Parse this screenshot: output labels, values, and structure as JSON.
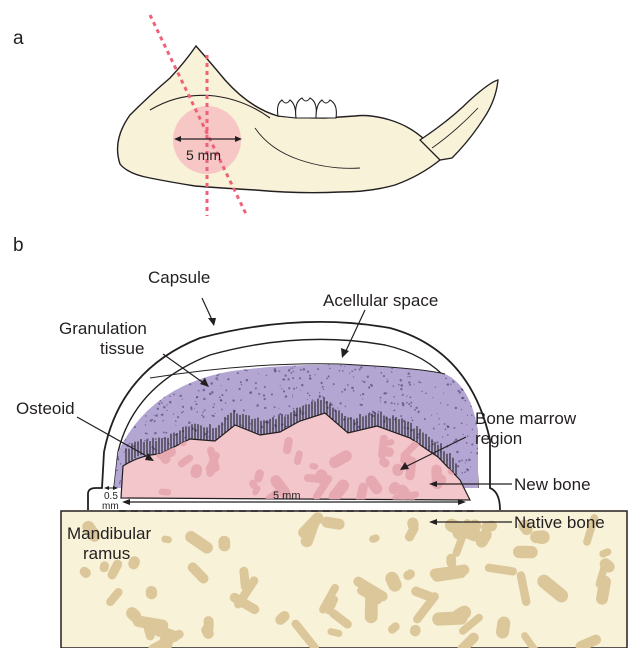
{
  "panel_a": {
    "letter": "a",
    "defect_label": "5 mm"
  },
  "panel_b": {
    "letter": "b",
    "labels": {
      "capsule": "Capsule",
      "acellular_space": "Acellular space",
      "granulation_line1": "Granulation",
      "granulation_line2": "tissue",
      "osteoid": "Osteoid",
      "bone_marrow_line1": "Bone marrow",
      "bone_marrow_line2": "region",
      "new_bone": "New bone",
      "native_bone": "Native bone",
      "mandibular_line1": "Mandibular",
      "mandibular_line2": "ramus",
      "gap_line1": "0.5",
      "gap_line2": "mm",
      "width": "5 mm"
    }
  },
  "colors": {
    "bone_fill": "#f8f2d8",
    "bone_spot": "#dcc79a",
    "new_bone_fill": "#f3c6cc",
    "new_bone_spot": "#e6a9b1",
    "granulation_fill": "#b3a6d3",
    "defect_fill": "#f6c2c4",
    "cut_line": "#ee6278",
    "outline": "#231f20"
  }
}
